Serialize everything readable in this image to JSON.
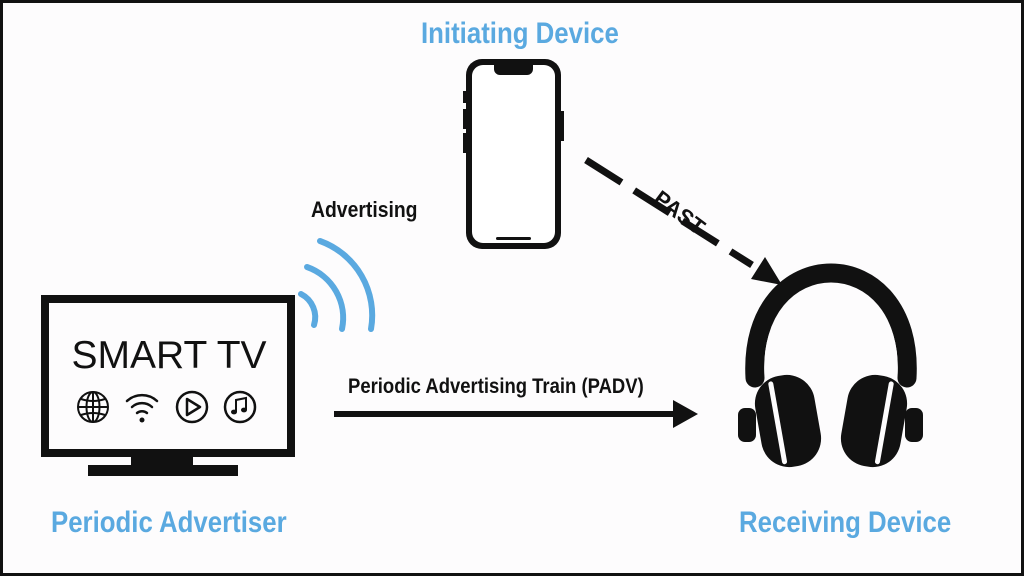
{
  "labels": {
    "initiating_device": "Initiating Device",
    "periodic_advertiser": "Periodic Advertiser",
    "receiving_device": "Receiving Device",
    "advertising": "Advertising",
    "past": "PAST",
    "padv_train": "Periodic Advertising Train (PADV)"
  },
  "tv": {
    "screen_text": "SMART TV"
  },
  "icons": {
    "tv": [
      "globe-icon",
      "wifi-icon",
      "play-icon",
      "music-icon"
    ],
    "devices": [
      "smartphone-icon",
      "headphones-icon",
      "smart-tv-icon"
    ],
    "signal": "radio-waves-icon"
  },
  "colors": {
    "accent_blue": "#5aa9e0",
    "ink": "#111111",
    "background": "#fdfcfd"
  }
}
